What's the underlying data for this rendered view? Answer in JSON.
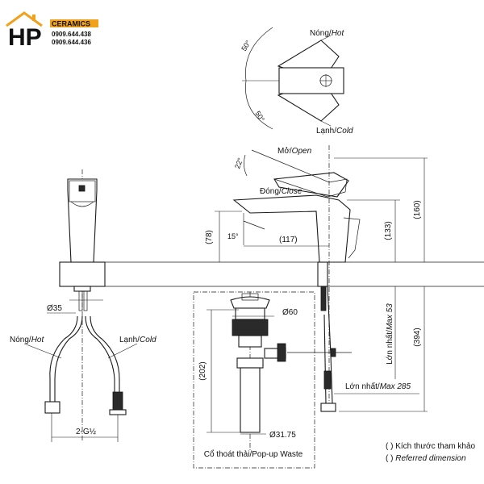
{
  "brand": {
    "letters": "HP",
    "name": "CERAMICS",
    "phone1": "0909.644.438",
    "phone2": "0909.644.436",
    "color_orange": "#f0a21c",
    "color_red": "#e3261f"
  },
  "labels": {
    "hot_top": {
      "vi": "Nóng/",
      "en": "Hot"
    },
    "cold_top": {
      "vi": "Lạnh/",
      "en": "Cold"
    },
    "open": {
      "vi": "Mở/",
      "en": "Open"
    },
    "close": {
      "vi": "Đóng/",
      "en": "Close"
    },
    "hot_left": {
      "vi": "Nóng/",
      "en": "Hot"
    },
    "cold_left": {
      "vi": "Lạnh/",
      "en": "Cold"
    },
    "waste": {
      "vi": "Cổ thoát thải/",
      "en": "Pop-up Waste"
    },
    "max53": {
      "vi": "Lớn nhất/",
      "en": "Max 53"
    },
    "max285": {
      "vi": "Lớn nhất/",
      "en": "Max 285"
    },
    "note_vi": "( ) Kích thước tham khảo",
    "note_en_paren": "( )",
    "note_en": "Referred dimension"
  },
  "dimensions": {
    "angle_hot": "50°",
    "angle_cold": "50°",
    "angle_open": "22°",
    "angle_spout": "15°",
    "h78": "(78)",
    "d117": "(117)",
    "h133": "(133)",
    "h160": "(160)",
    "h394": "(394)",
    "h202": "(202)",
    "d35": "Ø35",
    "d60": "Ø60",
    "d3175": "Ø31.75",
    "thread": "2-G½"
  }
}
